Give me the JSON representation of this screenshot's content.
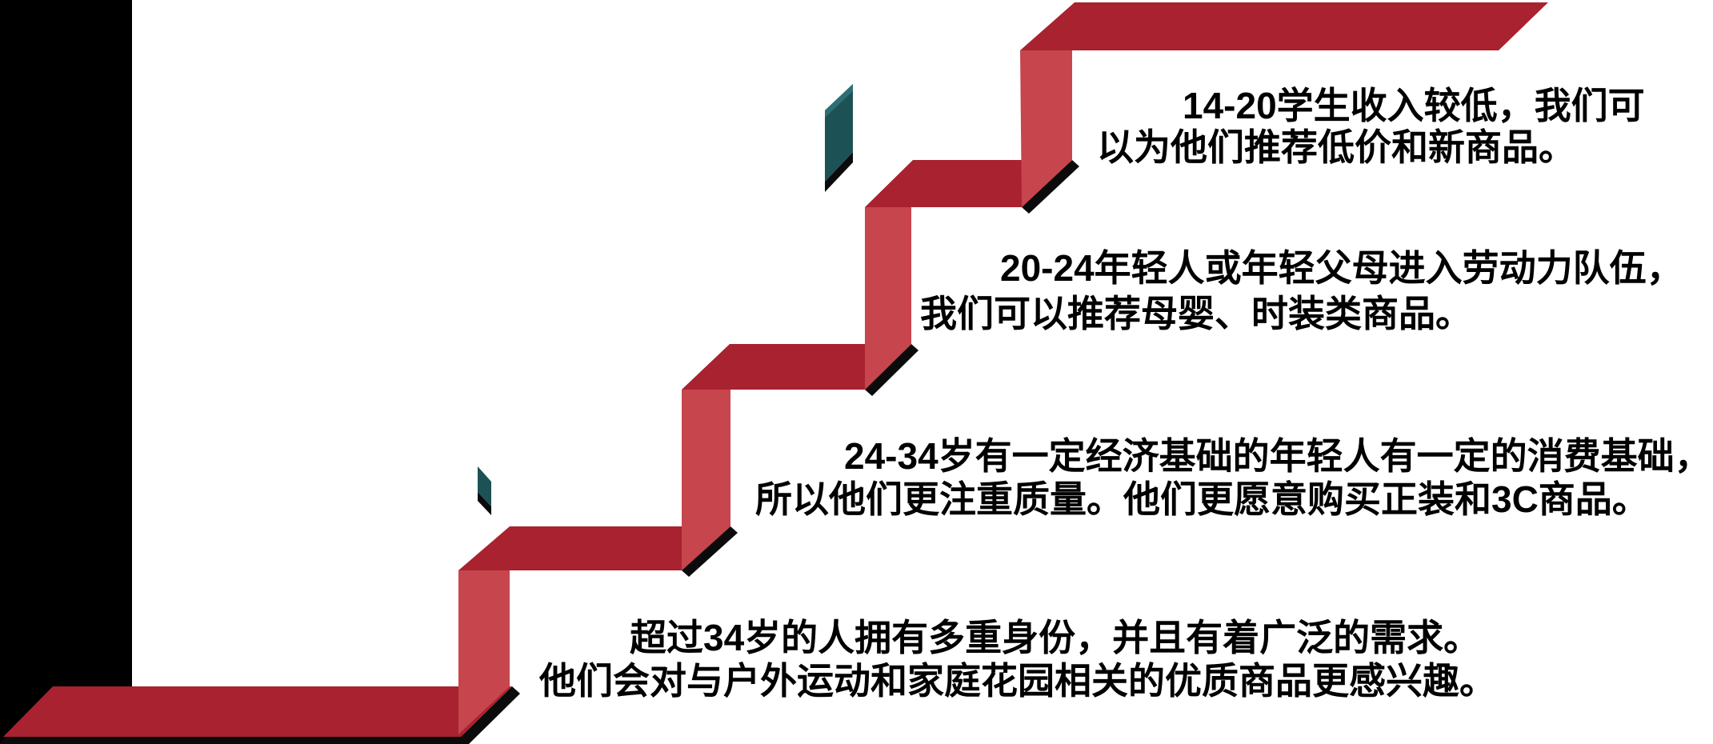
{
  "slide": {
    "description_type": "age-segment ribbon staircase diagram"
  },
  "colors": {
    "background": "#FFFFFF",
    "sidebar_black": "#000000",
    "tread_red": "#A8222F",
    "riser_red": "#C7454D",
    "shadow_black": "#0B0B0B",
    "flag_teal": "#1C5156",
    "flag_teal_highlight": "#2E6F74",
    "text_black": "#000000"
  },
  "annotations": {
    "age_14_20": {
      "line1": "14-20学生收入较低，我们可",
      "line2": "以为他们推荐低价和新商品。"
    },
    "age_20_24": {
      "line1": "20-24年轻人或年轻父母进入劳动力队伍，",
      "line2": "我们可以推荐母婴、时装类商品。"
    },
    "age_24_34": {
      "line1": "24-34岁有一定经济基础的年轻人有一定的消费基础，",
      "line2": "所以他们更注重质量。他们更愿意购买正装和3C商品。"
    },
    "age_over_34": {
      "line1": "超过34岁的人拥有多重身份，并且有着广泛的需求。",
      "line2": "他们会对与户外运动和家庭花园相关的优质商品更感兴趣。"
    }
  }
}
